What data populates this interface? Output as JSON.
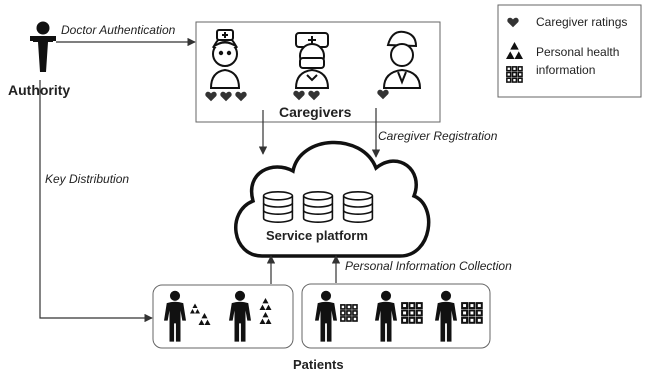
{
  "labels": {
    "authority": "Authority",
    "doctor_authentication": "Doctor Authentication",
    "caregivers": "Caregivers",
    "caregiver_registration": "Caregiver Registration",
    "key_distribution": "Key Distribution",
    "service_platform": "Service platform",
    "personal_information_collection": "Personal Information Collection",
    "patients": "Patients"
  },
  "legend": {
    "items": [
      {
        "icon": "heart-icon",
        "label": "Caregiver ratings"
      },
      {
        "icon": "triangles-icon",
        "label": "Personal health"
      },
      {
        "icon": "grid-icon",
        "label": "information"
      }
    ]
  },
  "caregiver_ratings": [
    3,
    2,
    1
  ],
  "colors": {
    "ink": "#222222",
    "border": "#555555"
  }
}
